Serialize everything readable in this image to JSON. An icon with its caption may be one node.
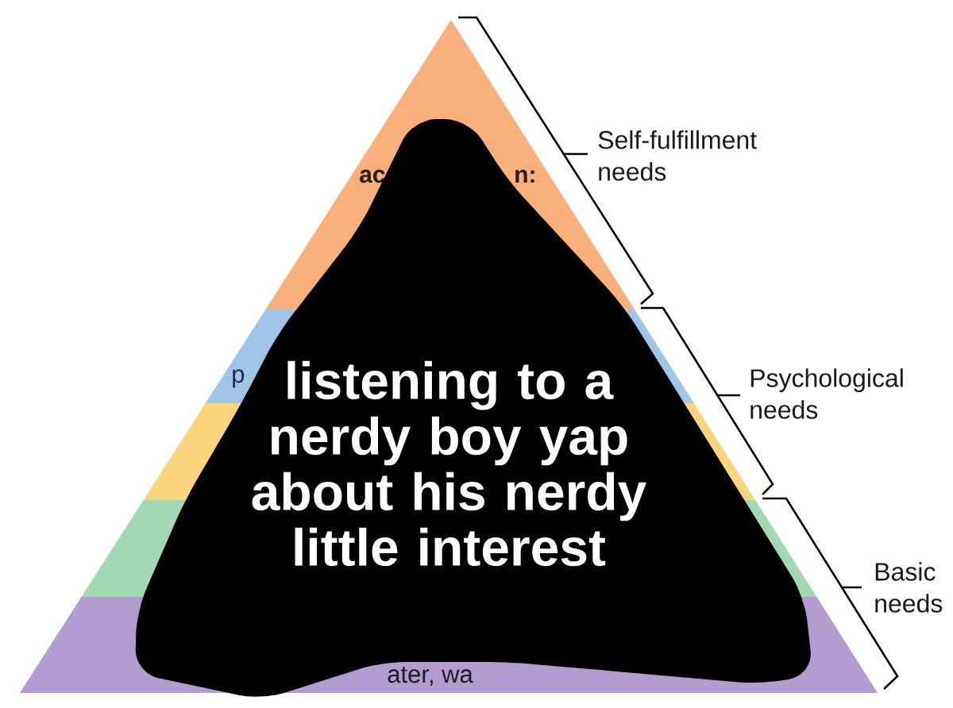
{
  "diagram": {
    "nodes": [
      {
        "text": [
          "listening to a nerdy boy yap about his nerdy little interest"
        ]
      }
    ],
    "labels": [
      "Self-fulfillment needs",
      "ac",
      "n:",
      "p",
      "Psychological needs",
      "Basic needs",
      "ater, wa"
    ]
  }
}
